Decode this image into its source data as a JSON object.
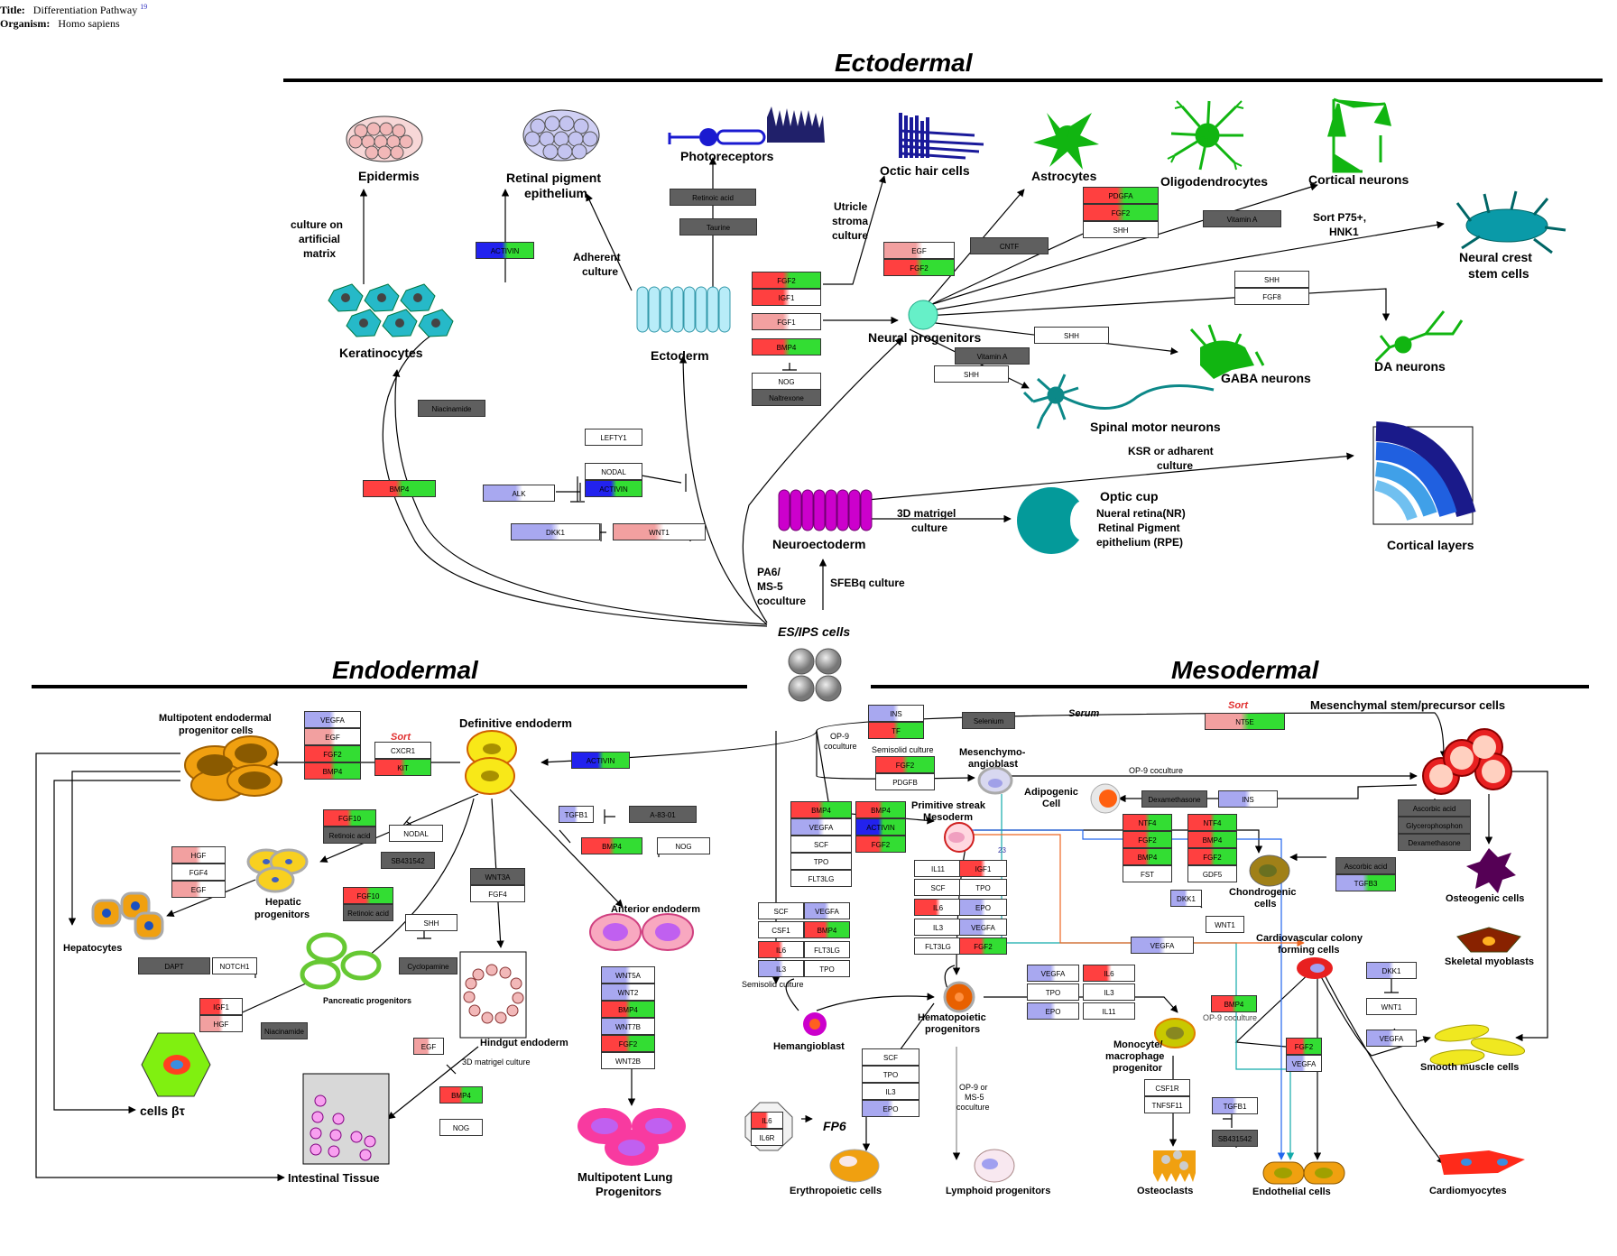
{
  "header": {
    "title_label": "Title:",
    "title_value": "Differentiation Pathway",
    "title_ref": "19",
    "organism_label": "Organism:",
    "organism_value": "Homo sapiens"
  },
  "sections": {
    "ectodermal": "Ectodermal",
    "endodermal": "Endodermal",
    "mesodermal": "Mesodermal"
  },
  "colors": {
    "red": "#ff4040",
    "green": "#33dd33",
    "blue": "#2222ee",
    "lightblue": "#a8a8f0",
    "pink": "#f2a0a0",
    "dark": "#5f5f5f",
    "teal": "#00a0a0",
    "neuro_green": "#11b511",
    "magenta": "#cc00cc"
  },
  "labels": {
    "epidermis": "Epidermis",
    "rpe1": "Retinal pigment",
    "rpe2": "epithelium",
    "photoreceptors": "Photoreceptors",
    "octic": "Octic hair cells",
    "astrocytes": "Astrocytes",
    "oligo": "Oligodendrocytes",
    "cortical_neurons": "Cortical neurons",
    "sort_p75_1": "Sort P75+,",
    "sort_p75_2": "HNK1",
    "ncsc1": "Neural crest",
    "ncsc2": "stem cells",
    "culture_art1": "culture on",
    "culture_art2": "artificial",
    "culture_art3": "matrix",
    "adherent1": "Adherent",
    "adherent2": "culture",
    "utricle1": "Utricle",
    "utricle2": "stroma",
    "utricle3": "culture",
    "keratinocytes": "Keratinocytes",
    "ectoderm": "Ectoderm",
    "neural_prog": "Neural progenitors",
    "gaba": "GABA neurons",
    "da": "DA neurons",
    "spinal": "Spinal motor neurons",
    "ksr1": "KSR or adharent",
    "ksr2": "culture",
    "optic1": "Optic cup",
    "optic2": "Nueral retina(NR)",
    "optic3": "Retinal Pigment",
    "optic4": "epithelium (RPE)",
    "matrigel1": "3D matrigel",
    "matrigel2": "culture",
    "cortical_layers": "Cortical layers",
    "neuroectoderm": "Neuroectoderm",
    "pa6_1": "PA6/",
    "pa6_2": "MS-5",
    "pa6_3": "coculture",
    "sfebq": "SFEBq culture",
    "es_ips": "ES/IPS cells",
    "mpe1": "Multipotent endodermal",
    "mpe2": "progenitor cells",
    "def_endo": "Definitive endoderm",
    "sort": "Sort",
    "hepatocytes": "Hepatocytes",
    "hepatic1": "Hepatic",
    "hepatic2": "progenitors",
    "pancreatic": "Pancreatic progenitors",
    "hindgut": "Hindgut endoderm",
    "matrigel_small": "3D matrigel culture",
    "anterior": "Anterior endoderm",
    "lung1": "Multipotent Lung",
    "lung2": "Progenitors",
    "cells_beta": "cells βτ",
    "intestinal": "Intestinal Tissue",
    "serum": "Serum",
    "msc": "Mesenchymal stem/precursor cells",
    "op9": "OP-9",
    "op9b": "coculture",
    "semisolid": "Semisolid culture",
    "mesangio1": "Mesenchymo-",
    "mesangio2": "angioblast",
    "op9co": "OP-9 coculture",
    "adipo1": "Adipogenic",
    "adipo2": "Cell",
    "ps1": "Primitive streak",
    "ps2": "Mesoderm",
    "chondro1": "Chondrogenic",
    "chondro2": "cells",
    "osteogenic": "Osteogenic cells",
    "cvc1": "Cardiovascular colony",
    "cvc2": "forming cells",
    "skeletal": "Skeletal myoblasts",
    "hemangioblast": "Hemangioblast",
    "hemato1": "Hematopoietic",
    "hemato2": "progenitors",
    "mono1": "Monocyte/",
    "mono2": "macrophage",
    "mono3": "progenitor",
    "op9co2": "OP-9 coculture",
    "smooth": "Smooth muscle cells",
    "fp6": "FP6",
    "op9ms5_1": "OP-9 or",
    "op9ms5_2": "MS-5",
    "op9ms5_3": "coculture",
    "erythro": "Erythropoietic cells",
    "lymphoid": "Lymphoid progenitors",
    "osteoclasts": "Osteoclasts",
    "endothelial": "Endothelial cells",
    "cardio": "Cardiomyocytes",
    "ref23": "23"
  },
  "genes": [
    {
      "t": "ACTIVIN",
      "c": [
        "#2222ee",
        "#33dd33"
      ]
    },
    {
      "t": "Retinoic acid",
      "c": [
        "#5f5f5f"
      ]
    },
    {
      "t": "Taurine",
      "c": [
        "#5f5f5f"
      ]
    },
    {
      "t": "FGF2",
      "c": [
        "#ff4040",
        "#33dd33"
      ]
    },
    {
      "t": "IGF1",
      "c": [
        "#ff4040",
        "#ffffff"
      ]
    },
    {
      "t": "FGF1",
      "c": [
        "#f2a0a0",
        "#ffffff"
      ]
    },
    {
      "t": "BMP4",
      "c": [
        "#ff4040",
        "#33dd33"
      ]
    },
    {
      "t": "NOG",
      "c": [
        "#ffffff"
      ]
    },
    {
      "t": "Naltrexone",
      "c": [
        "#5f5f5f"
      ]
    },
    {
      "t": "EGF",
      "c": [
        "#f2a0a0",
        "#ffffff"
      ]
    },
    {
      "t": "FGF2",
      "c": [
        "#ff4040",
        "#33dd33"
      ]
    },
    {
      "t": "CNTF",
      "c": [
        "#5f5f5f"
      ]
    },
    {
      "t": "PDGFA",
      "c": [
        "#ff4040",
        "#33dd33"
      ]
    },
    {
      "t": "FGF2",
      "c": [
        "#ff4040",
        "#33dd33"
      ]
    },
    {
      "t": "SHH",
      "c": [
        "#ffffff"
      ]
    },
    {
      "t": "Vitamin A",
      "c": [
        "#5f5f5f"
      ]
    },
    {
      "t": "SHH",
      "c": [
        "#ffffff"
      ]
    },
    {
      "t": "FGF8",
      "c": [
        "#ffffff"
      ]
    },
    {
      "t": "SHH",
      "c": [
        "#ffffff"
      ]
    },
    {
      "t": "Vitamin A",
      "c": [
        "#5f5f5f"
      ]
    },
    {
      "t": "SHH",
      "c": [
        "#ffffff"
      ]
    },
    {
      "t": "Niacinamide",
      "c": [
        "#5f5f5f"
      ]
    },
    {
      "t": "LEFTY1",
      "c": [
        "#ffffff"
      ]
    },
    {
      "t": "NODAL",
      "c": [
        "#ffffff"
      ]
    },
    {
      "t": "ACTIVIN",
      "c": [
        "#2222ee",
        "#33dd33"
      ]
    },
    {
      "t": "ALK",
      "c": [
        "#a8a8f0",
        "#ffffff"
      ]
    },
    {
      "t": "BMP4",
      "c": [
        "#ff4040",
        "#33dd33"
      ]
    },
    {
      "t": "DKK1",
      "c": [
        "#a8a8f0",
        "#ffffff"
      ]
    },
    {
      "t": "WNT1",
      "c": [
        "#f2a0a0",
        "#ffffff"
      ]
    },
    {
      "t": "VEGFA",
      "c": [
        "#a8a8f0",
        "#ffffff"
      ]
    },
    {
      "t": "EGF",
      "c": [
        "#f2a0a0",
        "#ffffff"
      ]
    },
    {
      "t": "FGF2",
      "c": [
        "#ff4040",
        "#33dd33"
      ]
    },
    {
      "t": "BMP4",
      "c": [
        "#ff4040",
        "#33dd33"
      ]
    },
    {
      "t": "CXCR1",
      "c": [
        "#ffffff"
      ]
    },
    {
      "t": "KIT",
      "c": [
        "#ff4040",
        "#33dd33"
      ]
    },
    {
      "t": "ACTIVIN",
      "c": [
        "#2222ee",
        "#33dd33"
      ]
    },
    {
      "t": "FGF10",
      "c": [
        "#ff4040",
        "#33dd33"
      ]
    },
    {
      "t": "Retinoic acid",
      "c": [
        "#5f5f5f"
      ]
    },
    {
      "t": "NODAL",
      "c": [
        "#ffffff"
      ]
    },
    {
      "t": "SB431542",
      "c": [
        "#5f5f5f"
      ]
    },
    {
      "t": "TGFB1",
      "c": [
        "#a8a8f0",
        "#ffffff"
      ]
    },
    {
      "t": "A-83-01",
      "c": [
        "#5f5f5f"
      ]
    },
    {
      "t": "BMP4",
      "c": [
        "#ff4040",
        "#33dd33"
      ]
    },
    {
      "t": "NOG",
      "c": [
        "#ffffff"
      ]
    },
    {
      "t": "HGF",
      "c": [
        "#f2a0a0",
        "#ffffff"
      ]
    },
    {
      "t": "FGF4",
      "c": [
        "#ffffff"
      ]
    },
    {
      "t": "EGF",
      "c": [
        "#f2a0a0",
        "#ffffff"
      ]
    },
    {
      "t": "WNT3A",
      "c": [
        "#5f5f5f"
      ]
    },
    {
      "t": "FGF4",
      "c": [
        "#ffffff"
      ]
    },
    {
      "t": "FGF10",
      "c": [
        "#ff4040",
        "#33dd33"
      ]
    },
    {
      "t": "Retinoic acid",
      "c": [
        "#5f5f5f"
      ]
    },
    {
      "t": "SHH",
      "c": [
        "#ffffff"
      ]
    },
    {
      "t": "Cyclopamine",
      "c": [
        "#5f5f5f"
      ]
    },
    {
      "t": "DAPT",
      "c": [
        "#5f5f5f"
      ]
    },
    {
      "t": "NOTCH1",
      "c": [
        "#ffffff"
      ]
    },
    {
      "t": "IGF1",
      "c": [
        "#ff4040",
        "#ffffff"
      ]
    },
    {
      "t": "HGF",
      "c": [
        "#f2a0a0",
        "#ffffff"
      ]
    },
    {
      "t": "Niacinamide",
      "c": [
        "#5f5f5f"
      ]
    },
    {
      "t": "WNT5A",
      "c": [
        "#a8a8f0",
        "#ffffff"
      ]
    },
    {
      "t": "WNT2",
      "c": [
        "#a8a8f0",
        "#ffffff"
      ]
    },
    {
      "t": "BMP4",
      "c": [
        "#ff4040",
        "#33dd33"
      ]
    },
    {
      "t": "WNT7B",
      "c": [
        "#a8a8f0",
        "#ffffff"
      ]
    },
    {
      "t": "FGF2",
      "c": [
        "#ff4040",
        "#33dd33"
      ]
    },
    {
      "t": "WNT2B",
      "c": [
        "#ffffff"
      ]
    },
    {
      "t": "EGF",
      "c": [
        "#f2a0a0",
        "#ffffff"
      ]
    },
    {
      "t": "BMP4",
      "c": [
        "#ff4040",
        "#33dd33"
      ]
    },
    {
      "t": "NOG",
      "c": [
        "#ffffff"
      ]
    },
    {
      "t": "INS",
      "c": [
        "#a8a8f0",
        "#ffffff"
      ]
    },
    {
      "t": "TF",
      "c": [
        "#ff4040",
        "#33dd33"
      ]
    },
    {
      "t": "Selenium",
      "c": [
        "#5f5f5f"
      ]
    },
    {
      "t": "NT5E",
      "c": [
        "#f2a0a0",
        "#33dd33"
      ]
    },
    {
      "t": "FGF2",
      "c": [
        "#ff4040",
        "#33dd33"
      ]
    },
    {
      "t": "PDGFB",
      "c": [
        "#ffffff"
      ]
    },
    {
      "t": "Dexamethasone",
      "c": [
        "#5f5f5f"
      ]
    },
    {
      "t": "INS",
      "c": [
        "#a8a8f0",
        "#ffffff"
      ]
    },
    {
      "t": "Ascorbic acid",
      "c": [
        "#5f5f5f"
      ]
    },
    {
      "t": "Glycerophosphon",
      "c": [
        "#5f5f5f"
      ]
    },
    {
      "t": "Dexamethasone",
      "c": [
        "#5f5f5f"
      ]
    },
    {
      "t": "BMP4",
      "c": [
        "#ff4040",
        "#33dd33"
      ]
    },
    {
      "t": "VEGFA",
      "c": [
        "#a8a8f0",
        "#ffffff"
      ]
    },
    {
      "t": "SCF",
      "c": [
        "#ffffff"
      ]
    },
    {
      "t": "TPO",
      "c": [
        "#ffffff"
      ]
    },
    {
      "t": "FLT3LG",
      "c": [
        "#ffffff"
      ]
    },
    {
      "t": "BMP4",
      "c": [
        "#ff4040",
        "#33dd33"
      ]
    },
    {
      "t": "ACTIVIN",
      "c": [
        "#2222ee",
        "#33dd33"
      ]
    },
    {
      "t": "FGF2",
      "c": [
        "#ff4040",
        "#33dd33"
      ]
    },
    {
      "t": "NTF4",
      "c": [
        "#ff4040",
        "#33dd33"
      ]
    },
    {
      "t": "FGF2",
      "c": [
        "#ff4040",
        "#33dd33"
      ]
    },
    {
      "t": "BMP4",
      "c": [
        "#ff4040",
        "#33dd33"
      ]
    },
    {
      "t": "FST",
      "c": [
        "#ffffff"
      ]
    },
    {
      "t": "NTF4",
      "c": [
        "#ff4040",
        "#33dd33"
      ]
    },
    {
      "t": "BMP4",
      "c": [
        "#ff4040",
        "#33dd33"
      ]
    },
    {
      "t": "FGF2",
      "c": [
        "#ff4040",
        "#33dd33"
      ]
    },
    {
      "t": "GDF5",
      "c": [
        "#ffffff"
      ]
    },
    {
      "t": "Ascorbic acid",
      "c": [
        "#5f5f5f"
      ]
    },
    {
      "t": "TGFB3",
      "c": [
        "#a8a8f0",
        "#33dd33"
      ]
    },
    {
      "t": "IL11",
      "c": [
        "#ffffff"
      ]
    },
    {
      "t": "IGF1",
      "c": [
        "#ff4040",
        "#ffffff"
      ]
    },
    {
      "t": "SCF",
      "c": [
        "#ffffff"
      ]
    },
    {
      "t": "TPO",
      "c": [
        "#ffffff"
      ]
    },
    {
      "t": "IL6",
      "c": [
        "#ff4040",
        "#ffffff"
      ]
    },
    {
      "t": "EPO",
      "c": [
        "#a8a8f0",
        "#ffffff"
      ]
    },
    {
      "t": "IL3",
      "c": [
        "#ffffff"
      ]
    },
    {
      "t": "VEGFA",
      "c": [
        "#a8a8f0",
        "#ffffff"
      ]
    },
    {
      "t": "FLT3LG",
      "c": [
        "#ffffff"
      ]
    },
    {
      "t": "FGF2",
      "c": [
        "#ff4040",
        "#33dd33"
      ]
    },
    {
      "t": "DKK1",
      "c": [
        "#a8a8f0",
        "#ffffff"
      ]
    },
    {
      "t": "WNT1",
      "c": [
        "#ffffff"
      ]
    },
    {
      "t": "VEGFA",
      "c": [
        "#a8a8f0",
        "#ffffff"
      ]
    },
    {
      "t": "SCF",
      "c": [
        "#ffffff"
      ]
    },
    {
      "t": "VEGFA",
      "c": [
        "#a8a8f0",
        "#ffffff"
      ]
    },
    {
      "t": "CSF1",
      "c": [
        "#ffffff"
      ]
    },
    {
      "t": "BMP4",
      "c": [
        "#ff4040",
        "#33dd33"
      ]
    },
    {
      "t": "IL6",
      "c": [
        "#ff4040",
        "#ffffff"
      ]
    },
    {
      "t": "FLT3LG",
      "c": [
        "#ffffff"
      ]
    },
    {
      "t": "IL3",
      "c": [
        "#a8a8f0",
        "#ffffff"
      ]
    },
    {
      "t": "TPO",
      "c": [
        "#ffffff"
      ]
    },
    {
      "t": "VEGFA",
      "c": [
        "#a8a8f0",
        "#ffffff"
      ]
    },
    {
      "t": "IL6",
      "c": [
        "#ff4040",
        "#ffffff"
      ]
    },
    {
      "t": "TPO",
      "c": [
        "#ffffff"
      ]
    },
    {
      "t": "IL3",
      "c": [
        "#ffffff"
      ]
    },
    {
      "t": "EPO",
      "c": [
        "#a8a8f0",
        "#ffffff"
      ]
    },
    {
      "t": "IL11",
      "c": [
        "#ffffff"
      ]
    },
    {
      "t": "BMP4",
      "c": [
        "#ff4040",
        "#33dd33"
      ]
    },
    {
      "t": "DKK1",
      "c": [
        "#a8a8f0",
        "#ffffff"
      ]
    },
    {
      "t": "WNT1",
      "c": [
        "#ffffff"
      ]
    },
    {
      "t": "VEGFA",
      "c": [
        "#a8a8f0",
        "#ffffff"
      ]
    },
    {
      "t": "FGF2",
      "c": [
        "#ff4040",
        "#33dd33"
      ]
    },
    {
      "t": "VEGFA",
      "c": [
        "#a8a8f0",
        "#ffffff"
      ]
    },
    {
      "t": "SCF",
      "c": [
        "#ffffff"
      ]
    },
    {
      "t": "TPO",
      "c": [
        "#ffffff"
      ]
    },
    {
      "t": "IL3",
      "c": [
        "#ffffff"
      ]
    },
    {
      "t": "EPO",
      "c": [
        "#a8a8f0",
        "#ffffff"
      ]
    },
    {
      "t": "CSF1R",
      "c": [
        "#ffffff"
      ]
    },
    {
      "t": "TNFSF11",
      "c": [
        "#ffffff"
      ]
    },
    {
      "t": "TGFB1",
      "c": [
        "#a8a8f0",
        "#ffffff"
      ]
    },
    {
      "t": "SB431542",
      "c": [
        "#5f5f5f"
      ]
    },
    {
      "t": "IL6",
      "c": [
        "#ff4040",
        "#ffffff"
      ]
    },
    {
      "t": "IL6R",
      "c": [
        "#ffffff"
      ]
    }
  ]
}
